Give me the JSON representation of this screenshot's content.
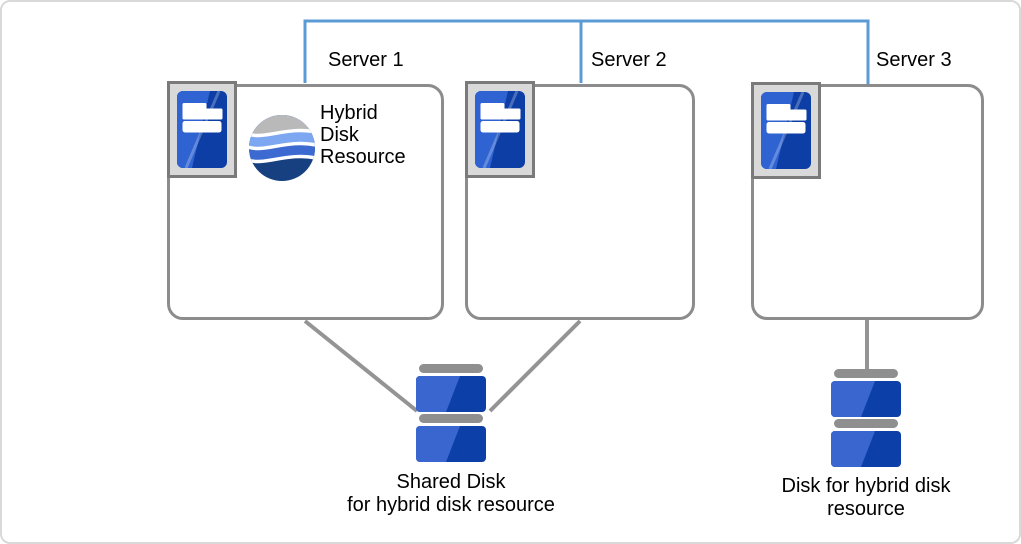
{
  "diagram_type": "cluster-architecture",
  "servers": [
    {
      "label": "Server 1"
    },
    {
      "label": "Server 2"
    },
    {
      "label": "Server 3"
    }
  ],
  "resources": {
    "hybrid_disk_resource": {
      "label": "Hybrid\nDisk\nResource"
    }
  },
  "disks": {
    "shared": {
      "label": "Shared Disk\nfor hybrid disk resource"
    },
    "hybrid": {
      "label": "Disk for hybrid disk\nresource"
    }
  },
  "icons": {
    "server": "server-tower-icon",
    "hybrid_resource": "wave-sphere-icon",
    "disk": "disk-stack-icon"
  },
  "colors": {
    "network_line": "#5b9bd5",
    "connector_gray": "#949494",
    "box_border": "#8c8c8c",
    "icon_frame_fill": "#d9d9d9",
    "icon_frame_border": "#7a7a7a",
    "tower_blue_light": "#2f63d1",
    "tower_blue_dark": "#0c3ea6",
    "disk_blue_light": "#3a66d0",
    "disk_blue_dark": "#0d3fa8",
    "disk_bar_gray": "#8f8f8f",
    "wave_gray": "#b9b9b9",
    "wave_light_blue": "#7da7f0",
    "wave_mid_blue": "#3c6ad0",
    "wave_navy": "#16407f"
  }
}
